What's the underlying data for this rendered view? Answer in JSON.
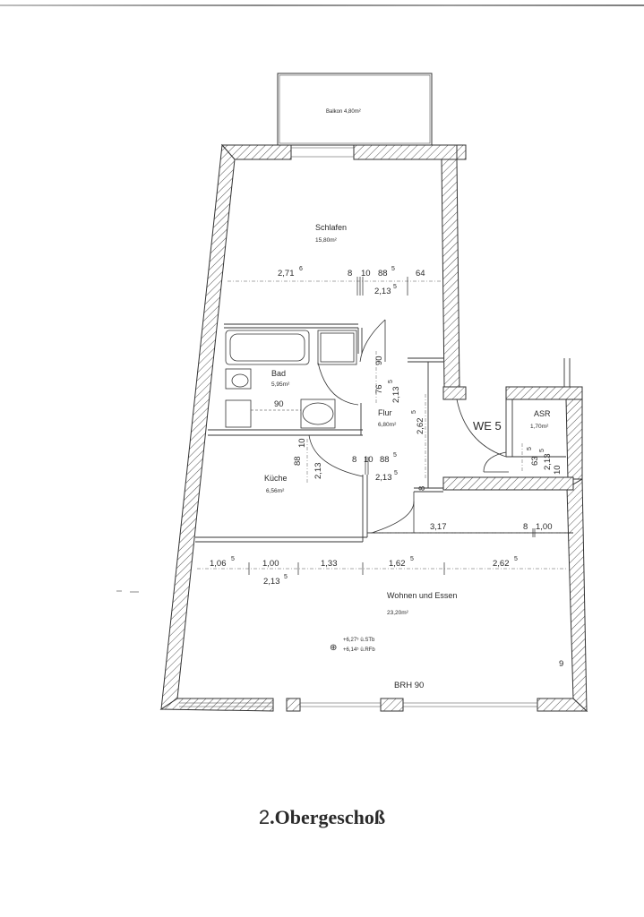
{
  "document": {
    "type": "floor-plan",
    "floor_title": {
      "number": "2",
      "separator": ".",
      "label": "Obergeschoß"
    }
  },
  "rooms": {
    "balkon": {
      "name": "Balkon",
      "area": "4,80m²",
      "label": "Balkon 4,80m²"
    },
    "schlafen": {
      "name": "Schlafen",
      "area": "15,80m²"
    },
    "bad": {
      "name": "Bad",
      "area": "5,95m²"
    },
    "flur": {
      "name": "Flur",
      "area": "6,80m²"
    },
    "kueche": {
      "name": "Küche",
      "area": "6,56m²"
    },
    "wohnen": {
      "name": "Wohnen und Essen",
      "area": "23,20m²"
    },
    "asr": {
      "name": "ASR",
      "area": "1,70m²"
    },
    "unit": {
      "label": "WE 5"
    }
  },
  "dimensions": {
    "schlafen_row": [
      {
        "value": "2,71",
        "sup": "6"
      },
      {
        "value": "8",
        "sup": ""
      },
      {
        "value": "10",
        "sup": ""
      },
      {
        "value": "88",
        "sup": "5"
      },
      {
        "value": "64",
        "sup": ""
      }
    ],
    "schlafen_door_height": {
      "value": "2,13",
      "sup": "5"
    },
    "bad_vertical": [
      {
        "value": "90"
      },
      {
        "value": "76"
      },
      {
        "value": "2,13",
        "sup": "5"
      }
    ],
    "bad_wc_distance": {
      "value": "90"
    },
    "flur_height": {
      "value": "2,62",
      "sup": "5"
    },
    "kueche_vertical": [
      {
        "value": "10"
      },
      {
        "value": "88",
        "sup": "5"
      },
      {
        "value": "2,13"
      }
    ],
    "kueche_door_row": [
      {
        "value": "8"
      },
      {
        "value": "10"
      },
      {
        "value": "88",
        "sup": "5"
      }
    ],
    "kueche_door_height": {
      "value": "2,13",
      "sup": "5"
    },
    "flur_small": {
      "value": "8"
    },
    "asr_vertical": [
      {
        "value": "63",
        "sup": "5"
      },
      {
        "value": "2,13",
        "sup": "5"
      },
      {
        "value": "10"
      }
    ],
    "wohnen_upper_row": [
      {
        "value": "3,17"
      },
      {
        "value": "8"
      },
      {
        "value": "1,00"
      }
    ],
    "wohnen_lower_row": [
      {
        "value": "1,06",
        "sup": "5"
      },
      {
        "value": "1,00"
      },
      {
        "value": "1,33"
      },
      {
        "value": "1,62",
        "sup": "5"
      },
      {
        "value": "2,62",
        "sup": "5"
      }
    ],
    "wohnen_window_height": {
      "value": "2,13",
      "sup": "5"
    },
    "wohnen_right_small": {
      "value": "9"
    },
    "brh": {
      "label": "BRH 90"
    }
  },
  "annotations": {
    "height_marker_line1": "+6,27⁵ ü.STb",
    "height_marker_line2": "+6,14⁵ ü.RFb"
  },
  "colors": {
    "ink": "#2a2a2a",
    "paper": "#ffffff",
    "hatch": "#555555"
  }
}
